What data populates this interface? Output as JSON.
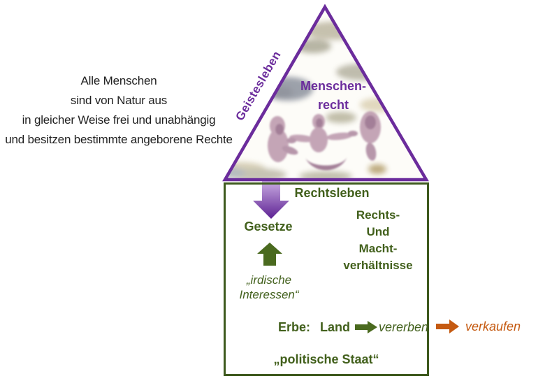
{
  "colors": {
    "purple": "#6B2C9C",
    "purple_light": "#CBAEE3",
    "purple_dark": "#5D2193",
    "green": "#42601C",
    "green_border": "#3E5A1E",
    "arrow_green": "#4A6A1F",
    "orange": "#C55A11",
    "ink": "#1F1F1F"
  },
  "left_text": {
    "lines": [
      "Alle Menschen",
      "sind von Natur aus",
      "in gleicher Weise frei und unabhängig",
      "und besitzen bestimmte angeborene Rechte"
    ]
  },
  "triangle": {
    "edge_label": "Geistesleben",
    "center_label_line1": "Menschen-",
    "center_label_line2": "recht"
  },
  "rectangle": {
    "top_label": "Rechtsleben",
    "gesetze_label": "Gesetze",
    "rights_block_lines": [
      "Rechts-",
      "Und",
      "Macht-",
      "verhältnisse"
    ],
    "interests_line1": "„irdische",
    "interests_line2": "Interessen“",
    "erbe_label": "Erbe:",
    "land_label": "Land",
    "vererben_label": "vererben",
    "bottom_label": "„politische Staat“"
  },
  "outside": {
    "verkaufen_label": "verkaufen"
  }
}
